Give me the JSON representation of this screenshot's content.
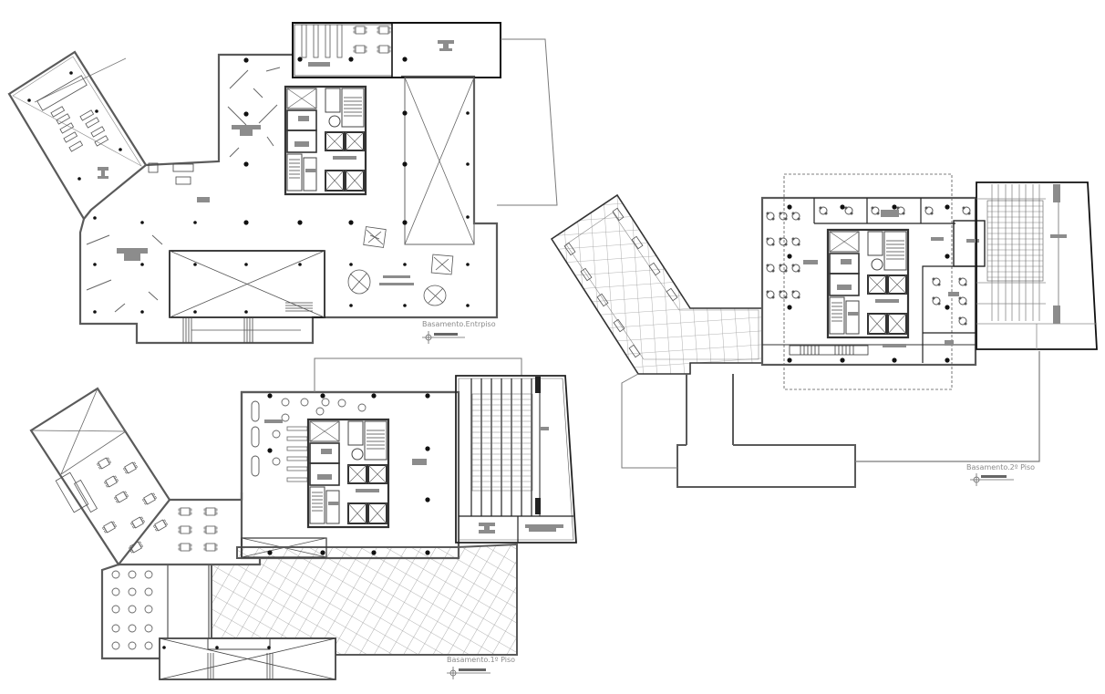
{
  "drawing": {
    "type": "architectural-floor-plans",
    "colors": {
      "background": "#ffffff",
      "wall": "#5a5a5a",
      "wall_dark": "#222222",
      "thin_line": "#7a7a7a",
      "label_block": "#8c8c8c",
      "hatch": "#9a9a9a",
      "column": "#111111",
      "label_text": "#8a8a8a"
    },
    "plans": [
      {
        "id": "entrepiso",
        "title": "Basamento.Entrpiso"
      },
      {
        "id": "piso-1",
        "title": "Basamento.1º Piso"
      },
      {
        "id": "piso-2",
        "title": "Basamento.2º Piso"
      }
    ]
  }
}
